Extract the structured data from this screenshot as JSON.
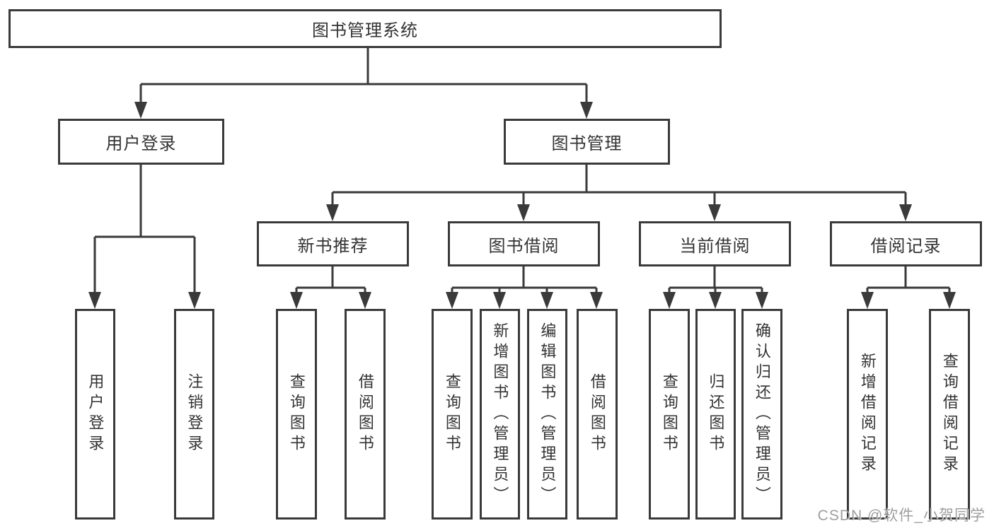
{
  "tree": {
    "root": {
      "label": "图书管理系统",
      "children": [
        {
          "label": "用户登录",
          "children": [
            {
              "label": "用户登录"
            },
            {
              "label": "注销登录"
            }
          ]
        },
        {
          "label": "图书管理",
          "children": [
            {
              "label": "新书推荐",
              "children": [
                {
                  "label": "查询图书"
                },
                {
                  "label": "借阅图书"
                }
              ]
            },
            {
              "label": "图书借阅",
              "children": [
                {
                  "label": "查询图书"
                },
                {
                  "label": "新增图书（管理员）"
                },
                {
                  "label": "编辑图书（管理员）"
                },
                {
                  "label": "借阅图书"
                }
              ]
            },
            {
              "label": "当前借阅",
              "children": [
                {
                  "label": "查询图书"
                },
                {
                  "label": "归还图书"
                },
                {
                  "label": "确认归还（管理员）"
                }
              ]
            },
            {
              "label": "借阅记录",
              "children": [
                {
                  "label": "新增借阅记录"
                },
                {
                  "label": "查询借阅记录"
                }
              ]
            }
          ]
        }
      ]
    }
  },
  "watermark": "CSDN @软件_小贺同学",
  "colors": {
    "line": "#3a3a3a",
    "text": "#333333",
    "watermark": "#949494",
    "background": "#ffffff"
  }
}
